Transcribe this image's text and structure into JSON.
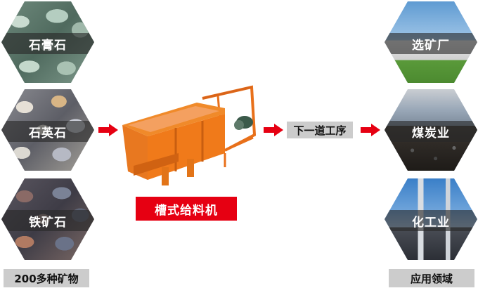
{
  "colors": {
    "accent_red": "#e60012",
    "gray_box": "#cccccc",
    "band_overlay": "#3a3a3a",
    "feeder_orange": "#f07a1a"
  },
  "left_column": {
    "materials": [
      {
        "label": "石膏石",
        "icon": "gypsum-rock-image"
      },
      {
        "label": "石英石",
        "icon": "quartz-rock-image"
      },
      {
        "label": "铁矿石",
        "icon": "iron-ore-image"
      }
    ],
    "caption": "200多种矿物"
  },
  "center": {
    "machine_label": "槽式给料机",
    "machine_icon": "trough-feeder-image"
  },
  "next_step": {
    "label": "下一道工序"
  },
  "right_column": {
    "applications": [
      {
        "label": "选矿厂",
        "icon": "beneficiation-plant-image"
      },
      {
        "label": "煤炭业",
        "icon": "coal-industry-image"
      },
      {
        "label": "化工业",
        "icon": "chemical-industry-image"
      }
    ],
    "caption": "应用领域"
  },
  "arrows": [
    {
      "name": "arrow-materials-to-feeder",
      "icon": "right-arrow-icon"
    },
    {
      "name": "arrow-feeder-to-next-step",
      "icon": "right-arrow-icon"
    },
    {
      "name": "arrow-next-step-to-applications",
      "icon": "right-arrow-icon"
    }
  ]
}
